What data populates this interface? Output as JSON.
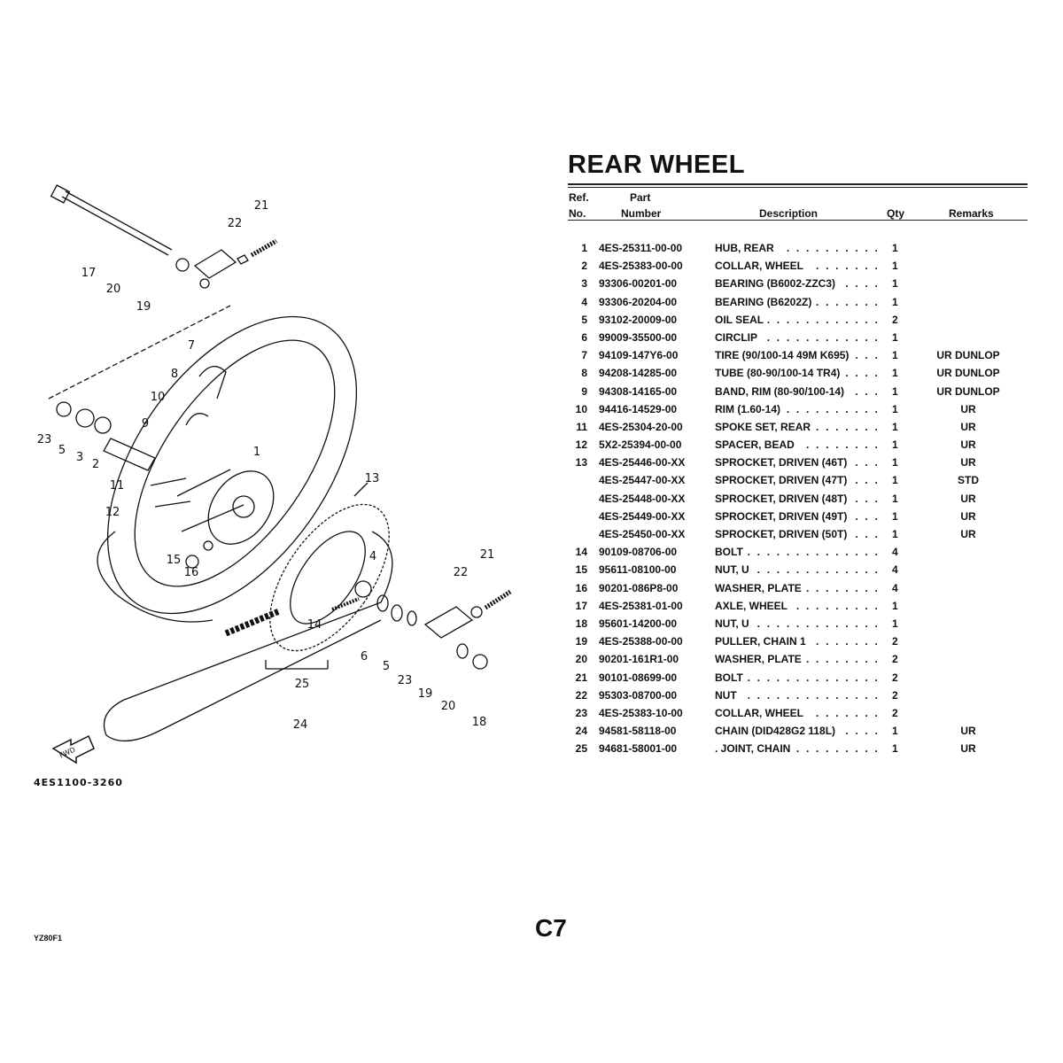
{
  "title": "REAR WHEEL",
  "headers": {
    "ref1": "Ref.",
    "ref2": "No.",
    "part1": "Part",
    "part2": "Number",
    "desc": "Description",
    "qty": "Qty",
    "remarks": "Remarks"
  },
  "rows": [
    {
      "ref": "1",
      "part": "4ES-25311-00-00",
      "desc": "HUB, REAR",
      "qty": "1",
      "remarks": ""
    },
    {
      "ref": "2",
      "part": "4ES-25383-00-00",
      "desc": "COLLAR, WHEEL",
      "qty": "1",
      "remarks": ""
    },
    {
      "ref": "3",
      "part": "93306-00201-00",
      "desc": "BEARING (B6002-ZZC3)",
      "qty": "1",
      "remarks": ""
    },
    {
      "ref": "4",
      "part": "93306-20204-00",
      "desc": "BEARING (B6202Z)",
      "qty": "1",
      "remarks": ""
    },
    {
      "ref": "5",
      "part": "93102-20009-00",
      "desc": "OIL SEAL",
      "qty": "2",
      "remarks": ""
    },
    {
      "ref": "6",
      "part": "99009-35500-00",
      "desc": "CIRCLIP",
      "qty": "1",
      "remarks": ""
    },
    {
      "ref": "7",
      "part": "94109-147Y6-00",
      "desc": "TIRE (90/100-14 49M K695)",
      "qty": "1",
      "remarks": "UR DUNLOP"
    },
    {
      "ref": "8",
      "part": "94208-14285-00",
      "desc": "TUBE (80-90/100-14 TR4)",
      "qty": "1",
      "remarks": "UR DUNLOP"
    },
    {
      "ref": "9",
      "part": "94308-14165-00",
      "desc": "BAND, RIM (80-90/100-14)",
      "qty": "1",
      "remarks": "UR DUNLOP"
    },
    {
      "ref": "10",
      "part": "94416-14529-00",
      "desc": "RIM (1.60-14)",
      "qty": "1",
      "remarks": "UR"
    },
    {
      "ref": "11",
      "part": "4ES-25304-20-00",
      "desc": "SPOKE SET, REAR",
      "qty": "1",
      "remarks": "UR"
    },
    {
      "ref": "12",
      "part": "5X2-25394-00-00",
      "desc": "SPACER, BEAD",
      "qty": "1",
      "remarks": "UR"
    },
    {
      "ref": "13",
      "part": "4ES-25446-00-XX",
      "desc": "SPROCKET, DRIVEN (46T)",
      "qty": "1",
      "remarks": "UR"
    },
    {
      "ref": "",
      "part": "4ES-25447-00-XX",
      "desc": "SPROCKET, DRIVEN (47T)",
      "qty": "1",
      "remarks": "STD"
    },
    {
      "ref": "",
      "part": "4ES-25448-00-XX",
      "desc": "SPROCKET, DRIVEN (48T)",
      "qty": "1",
      "remarks": "UR"
    },
    {
      "ref": "",
      "part": "4ES-25449-00-XX",
      "desc": "SPROCKET, DRIVEN (49T)",
      "qty": "1",
      "remarks": "UR"
    },
    {
      "ref": "",
      "part": "4ES-25450-00-XX",
      "desc": "SPROCKET, DRIVEN (50T)",
      "qty": "1",
      "remarks": "UR"
    },
    {
      "ref": "14",
      "part": "90109-08706-00",
      "desc": "BOLT",
      "qty": "4",
      "remarks": ""
    },
    {
      "ref": "15",
      "part": "95611-08100-00",
      "desc": "NUT, U",
      "qty": "4",
      "remarks": ""
    },
    {
      "ref": "16",
      "part": "90201-086P8-00",
      "desc": "WASHER, PLATE",
      "qty": "4",
      "remarks": ""
    },
    {
      "ref": "17",
      "part": "4ES-25381-01-00",
      "desc": "AXLE, WHEEL",
      "qty": "1",
      "remarks": ""
    },
    {
      "ref": "18",
      "part": "95601-14200-00",
      "desc": "NUT, U",
      "qty": "1",
      "remarks": ""
    },
    {
      "ref": "19",
      "part": "4ES-25388-00-00",
      "desc": "PULLER, CHAIN 1",
      "qty": "2",
      "remarks": ""
    },
    {
      "ref": "20",
      "part": "90201-161R1-00",
      "desc": "WASHER, PLATE",
      "qty": "2",
      "remarks": ""
    },
    {
      "ref": "21",
      "part": "90101-08699-00",
      "desc": "BOLT",
      "qty": "2",
      "remarks": ""
    },
    {
      "ref": "22",
      "part": "95303-08700-00",
      "desc": "NUT",
      "qty": "2",
      "remarks": ""
    },
    {
      "ref": "23",
      "part": "4ES-25383-10-00",
      "desc": "COLLAR, WHEEL",
      "qty": "2",
      "remarks": ""
    },
    {
      "ref": "24",
      "part": "94581-58118-00",
      "desc": "CHAIN (DID428G2 118L)",
      "qty": "1",
      "remarks": "UR"
    },
    {
      "ref": "25",
      "part": "94681-58001-00",
      "desc": ". JOINT, CHAIN",
      "qty": "1",
      "remarks": "UR"
    }
  ],
  "leader_dots": ". . . . . . . . . . . . . . . . . . . . . . . . . . . .",
  "diagram": {
    "callouts": [
      "17",
      "20",
      "19",
      "22",
      "21",
      "7",
      "8",
      "10",
      "9",
      "1",
      "23",
      "5",
      "3",
      "2",
      "11",
      "12",
      "15",
      "16",
      "13",
      "4",
      "22",
      "21",
      "14",
      "6",
      "5",
      "23",
      "19",
      "20",
      "18",
      "25",
      "24"
    ],
    "fwd": "FWD",
    "code": "4ES1100-3260"
  },
  "page_number": "C7",
  "model": "YZ80F1"
}
